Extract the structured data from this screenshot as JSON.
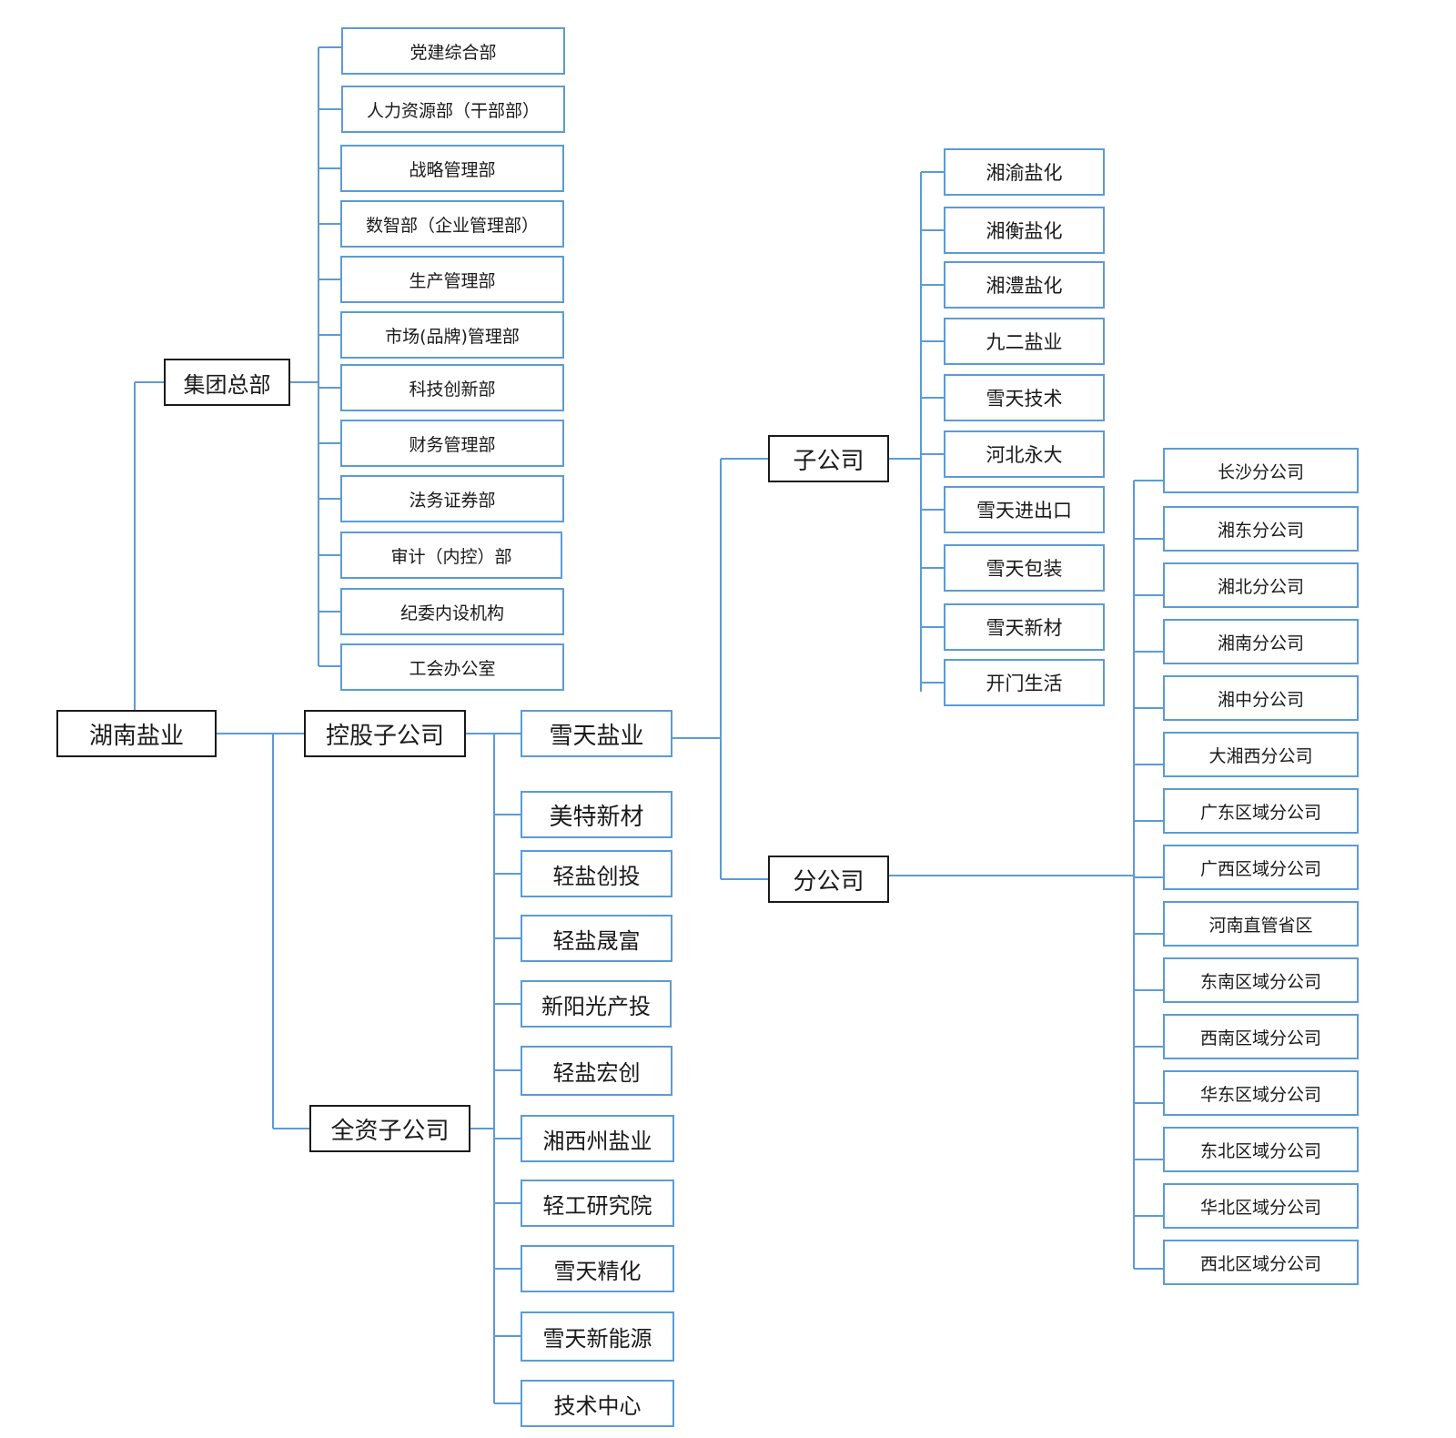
{
  "root": "湖南盐业",
  "hq": {
    "label": "集团总部",
    "departments": [
      "党建综合部",
      "人力资源部（干部部）",
      "战略管理部",
      "数智部（企业管理部）",
      "生产管理部",
      "市场(品牌)管理部",
      "科技创新部",
      "财务管理部",
      "法务证券部",
      "审计（内控）部",
      "纪委内设机构",
      "工会办公室"
    ]
  },
  "holding": {
    "label": "控股子公司",
    "companies": [
      "雪天盐业"
    ]
  },
  "wholly_owned": {
    "label": "全资子公司",
    "companies": [
      "美特新材",
      "轻盐创投",
      "轻盐晟富",
      "新阳光产投",
      "轻盐宏创",
      "湘西州盐业",
      "轻工研究院",
      "雪天精化",
      "雪天新能源",
      "技术中心"
    ]
  },
  "subsidiary": {
    "label": "子公司",
    "companies": [
      "湘渝盐化",
      "湘衡盐化",
      "湘澧盐化",
      "九二盐业",
      "雪天技术",
      "河北永大",
      "雪天进出口",
      "雪天包装",
      "雪天新材",
      "开门生活"
    ]
  },
  "branch": {
    "label": "分公司",
    "companies": [
      "长沙分公司",
      "湘东分公司",
      "湘北分公司",
      "湘南分公司",
      "湘中分公司",
      "大湘西分公司",
      "广东区域分公司",
      "广西区域分公司",
      "河南直管省区",
      "东南区域分公司",
      "西南区域分公司",
      "华东区域分公司",
      "东北区域分公司",
      "华北区域分公司",
      "西北区域分公司"
    ]
  },
  "colors": {
    "connector": "#5b9bd5",
    "blue_border": "#5b9bd5",
    "black_border": "#1a1a1a"
  }
}
